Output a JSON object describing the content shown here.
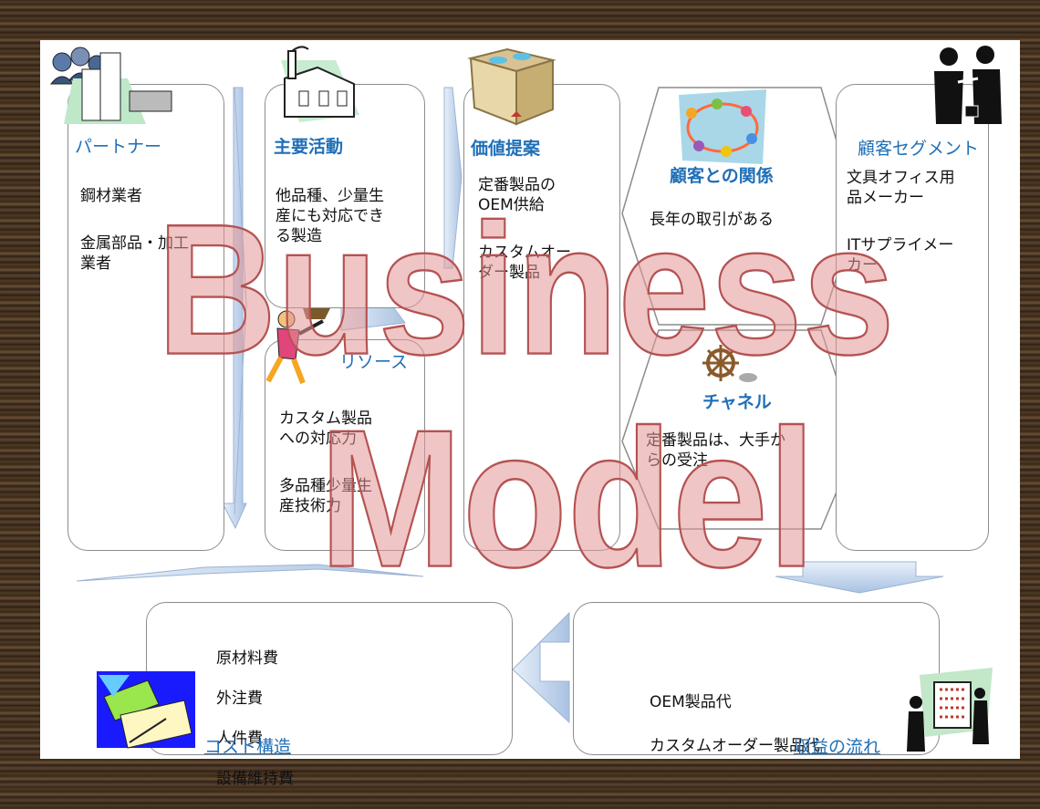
{
  "blocks": {
    "partner": {
      "title": "パートナー",
      "items": [
        "鋼材業者",
        "金属部品・加工\n業者"
      ]
    },
    "key_activities": {
      "title": "主要活動",
      "items": [
        "他品種、少量生\n産にも対応でき\nる製造"
      ]
    },
    "key_resources": {
      "title": "リソース",
      "items": [
        "カスタム製品\nへの対応力",
        "多品種少量生\n産技術力"
      ]
    },
    "value_proposition": {
      "title": "価値提案",
      "items": [
        "定番製品の\nOEM供給",
        "カスタムオー\nダー製品"
      ]
    },
    "customer_relationships": {
      "title": "顧客との関係",
      "items": [
        "長年の取引がある"
      ]
    },
    "channels": {
      "title": "チャネル",
      "items": [
        "定番製品は、大手か\nらの受注"
      ]
    },
    "customer_segments": {
      "title": "顧客セグメント",
      "items": [
        "文具オフィス用\n品メーカー",
        "ITサプライメー\nカー"
      ]
    },
    "cost_structure": {
      "title": "コスト構造",
      "items": [
        "原材料費",
        "外注費",
        "人件費",
        "設備維持費"
      ]
    },
    "revenue_streams": {
      "title": "収益の流れ",
      "items": [
        "OEM製品代",
        "カスタムオーダー製品代"
      ]
    }
  },
  "watermark": {
    "line1": "Business",
    "line2": "Model"
  },
  "colors": {
    "title_blue": "#1f6fb7",
    "arrow_blue": "#b9cde6",
    "watermark_fill": "#e29696",
    "watermark_stroke": "#b55252"
  },
  "icons": [
    "business-people-icon",
    "factory-icon",
    "open-box-icon",
    "children-circle-icon",
    "handshake-icon",
    "worker-icon",
    "ships-wheel-icon",
    "money-check-icon",
    "abacus-businessmen-icon"
  ]
}
